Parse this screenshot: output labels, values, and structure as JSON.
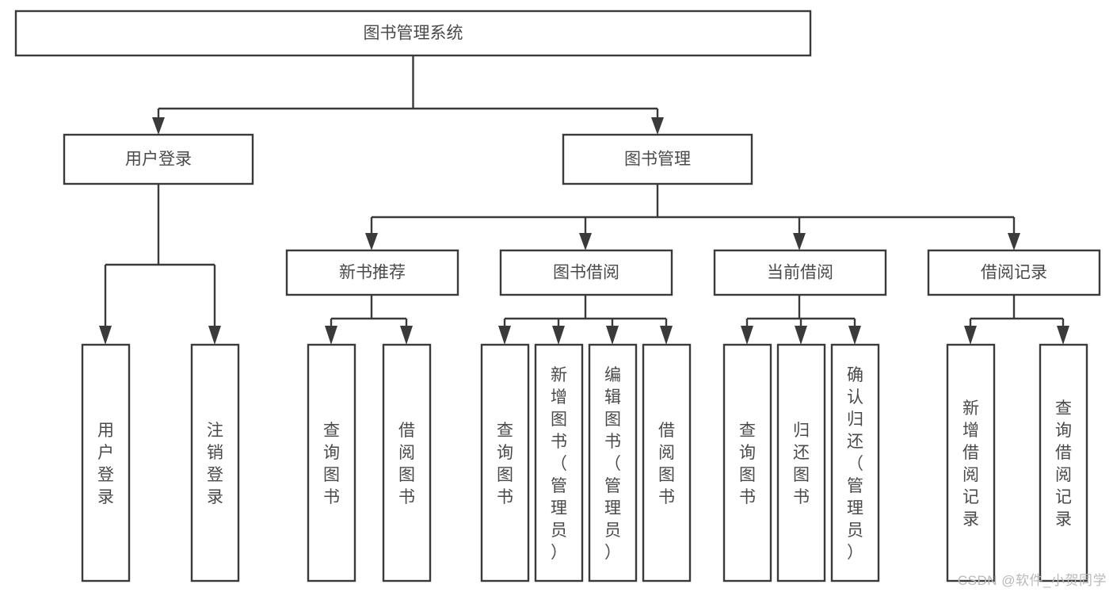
{
  "diagram": {
    "type": "tree-hierarchy",
    "title": "图书管理系统",
    "colors": {
      "box_stroke": "#3a3a3a",
      "box_fill": "#ffffff",
      "label_text": "#4a4a4a",
      "connector": "#3a3a3a",
      "watermark": "#b9b9b9",
      "background": "#ffffff"
    },
    "root": {
      "id": "root",
      "label": "图书管理系统"
    },
    "level2": [
      {
        "id": "user-login",
        "label": "用户登录"
      },
      {
        "id": "book-management",
        "label": "图书管理"
      }
    ],
    "level3": [
      {
        "id": "new-book-recommend",
        "label": "新书推荐"
      },
      {
        "id": "book-borrow",
        "label": "图书借阅"
      },
      {
        "id": "current-borrow",
        "label": "当前借阅"
      },
      {
        "id": "borrow-record",
        "label": "借阅记录"
      }
    ],
    "leaves": {
      "user-login": [
        {
          "id": "leaf-user-login",
          "label": "用户登录"
        },
        {
          "id": "leaf-logout-login",
          "label": "注销登录"
        }
      ],
      "new-book-recommend": [
        {
          "id": "leaf-query-book-1",
          "label": "查询图书"
        },
        {
          "id": "leaf-borrow-book-1",
          "label": "借阅图书"
        }
      ],
      "book-borrow": [
        {
          "id": "leaf-query-book-2",
          "label": "查询图书"
        },
        {
          "id": "leaf-add-book",
          "label": "新增图书（管理员）"
        },
        {
          "id": "leaf-edit-book",
          "label": "编辑图书（管理员）"
        },
        {
          "id": "leaf-borrow-book-2",
          "label": "借阅图书"
        }
      ],
      "current-borrow": [
        {
          "id": "leaf-query-book-3",
          "label": "查询图书"
        },
        {
          "id": "leaf-return-book",
          "label": "归还图书"
        },
        {
          "id": "leaf-confirm-return",
          "label": "确认归还（管理员）"
        }
      ],
      "borrow-record": [
        {
          "id": "leaf-add-record",
          "label": "新增借阅记录"
        },
        {
          "id": "leaf-query-record",
          "label": "查询借阅记录"
        }
      ]
    }
  },
  "watermark": {
    "text": "CSDN @软件_小贺同学"
  }
}
